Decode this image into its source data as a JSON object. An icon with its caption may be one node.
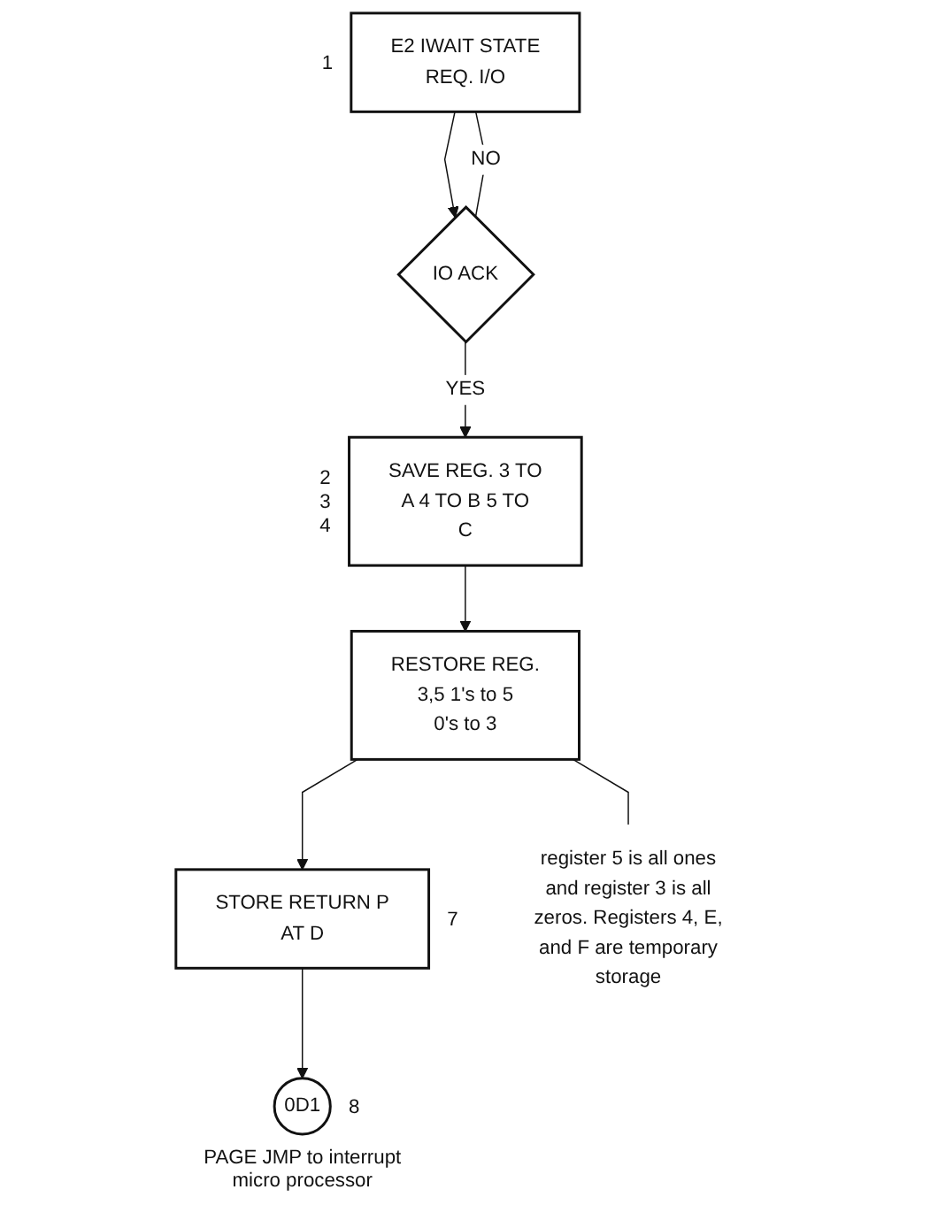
{
  "diagram": {
    "nodes": [
      {
        "text": [
          "E2 IWAIT STATE REQ. I/O"
        ],
        "beside": [
          "1"
        ]
      },
      {
        "text": [
          "IO ACK"
        ]
      },
      {
        "text": [
          "SAVE REG. 3 TO A 4 TO B 5 TO C"
        ],
        "beside": [
          "2",
          "3",
          "4"
        ]
      },
      {
        "text": [
          "RESTORE REG. 3,5 1's to 5 0's to 3"
        ]
      },
      {
        "text": [
          "STORE RETURN P AT D"
        ],
        "beside": [
          "7"
        ]
      },
      {
        "text": [
          "0D1"
        ],
        "beside": [
          "8",
          "PAGE JMP to interrupt micro processor"
        ]
      },
      {
        "text": [
          "register 5 is all ones and register 3 is all zeros. Registers 4, E, and F are temporary storage"
        ]
      }
    ],
    "edges": [
      {
        "from": 0,
        "to": 1,
        "arrow": "to"
      },
      {
        "from": 1,
        "to": 0,
        "arrow": "none",
        "label": "NO"
      },
      {
        "from": 1,
        "to": 2,
        "arrow": "to",
        "label": "YES"
      },
      {
        "from": 2,
        "to": 3,
        "arrow": "to"
      },
      {
        "from": 3,
        "to": 4,
        "arrow": "to"
      },
      {
        "from": 4,
        "to": 5,
        "arrow": "to"
      },
      {
        "from": 3,
        "to": 6,
        "arrow": "none"
      }
    ]
  }
}
